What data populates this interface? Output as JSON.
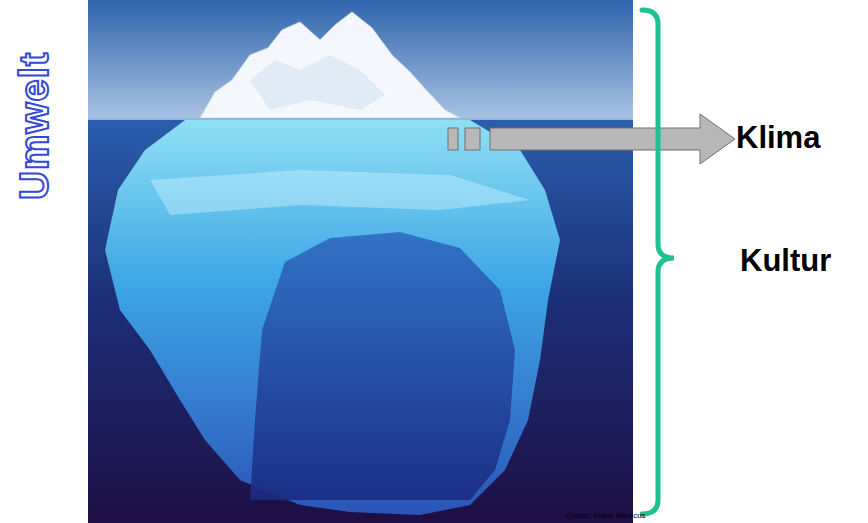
{
  "diagram": {
    "labels": [
      "Umwelt",
      "Klima",
      "Kultur",
      "Quelle: Klaus Medicus"
    ]
  }
}
